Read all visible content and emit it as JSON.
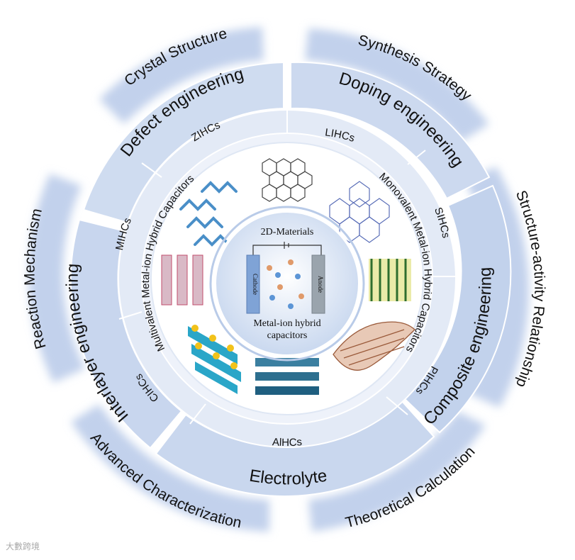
{
  "center": {
    "title": "2D-Materials",
    "caption_line1": "Metal-ion hybrid",
    "caption_line2": "capacitors",
    "cathode": "Cathode",
    "anode": "Anode"
  },
  "inner_ring": {
    "arc_left": "Multivalent Metal-ion Hybrid Capacitors",
    "arc_right": "Monovalent Metal-ion Hybrid Capacitors"
  },
  "ion_ring": [
    "LIHCs",
    "SIHCs",
    "PIHCs",
    "AlHCs",
    "CIHCs",
    "MIHCs",
    "ZIHCs"
  ],
  "strategy_ring": [
    "Doping engineering",
    "Composite engineering",
    "Electrolyte",
    "Interlayer engineering",
    "Defect engineering"
  ],
  "outer_ring": [
    "Synthesis Strategy",
    "Structure-activity Relationship",
    "Theoretical Calculation",
    "Advanced Characterization",
    "Reaction Mechanism",
    "Crystal Structure"
  ],
  "watermark": "大數跨境",
  "colors": {
    "ring_light": "#dbe5f5",
    "ring_mid": "#bccde9",
    "ring_dark": "#a7bde2",
    "accent": "#4a6fb0"
  }
}
